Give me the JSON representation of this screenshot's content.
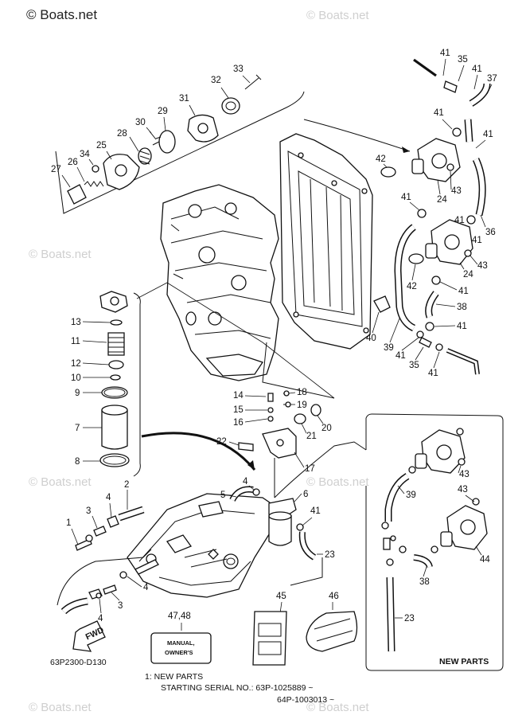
{
  "watermark": {
    "main": "© Boats.net",
    "faint": "© Boats.net"
  },
  "diagram_code": "63P2300-D130",
  "fwd_label": "FWD",
  "new_parts_box_label": "NEW PARTS",
  "manual_label": {
    "line1": "MANUAL,",
    "line2": "OWNER'S"
  },
  "footnote": {
    "line1": "1:  NEW PARTS",
    "line2": "STARTING SERIAL NO.: 63P-1025889 ~",
    "line3": "64P-1003013 ~"
  },
  "callouts": {
    "c33": "33",
    "c32": "32",
    "c31": "31",
    "c30": "30",
    "c29": "29",
    "c28": "28",
    "c25": "25",
    "c34": "34",
    "c26": "26",
    "c27": "27",
    "c41a": "41",
    "c35a": "35",
    "c41b": "41",
    "c37": "37",
    "c41c": "41",
    "c41d": "41",
    "c42a": "42",
    "c43a": "43",
    "c24a": "24",
    "c41e": "41",
    "c41f": "41",
    "c36": "36",
    "c41g": "41",
    "c43b": "43",
    "c24b": "24",
    "c42b": "42",
    "c41h": "41",
    "c38a": "38",
    "c41i": "41",
    "c40": "40",
    "c39a": "39",
    "c41j": "41",
    "c35b": "35",
    "c41k": "41",
    "c13": "13",
    "c11": "11",
    "c12": "12",
    "c10": "10",
    "c9": "9",
    "c7": "7",
    "c8": "8",
    "c14": "14",
    "c15": "15",
    "c16": "16",
    "c18": "18",
    "c19": "19",
    "c21": "21",
    "c20": "20",
    "c22": "22",
    "c17": "17",
    "c6": "6",
    "c4a": "4",
    "c5": "5",
    "c41l": "41",
    "c23a": "23",
    "c2": "2",
    "c3a": "3",
    "c4b": "4",
    "c1": "1",
    "c4c": "4",
    "c3b": "3",
    "c4d": "4",
    "c45": "45",
    "c46": "46",
    "c4748": "47,48",
    "c43c": "43",
    "c39b": "39",
    "c43d": "43",
    "c44": "44",
    "c38b": "38",
    "c23b": "23"
  }
}
